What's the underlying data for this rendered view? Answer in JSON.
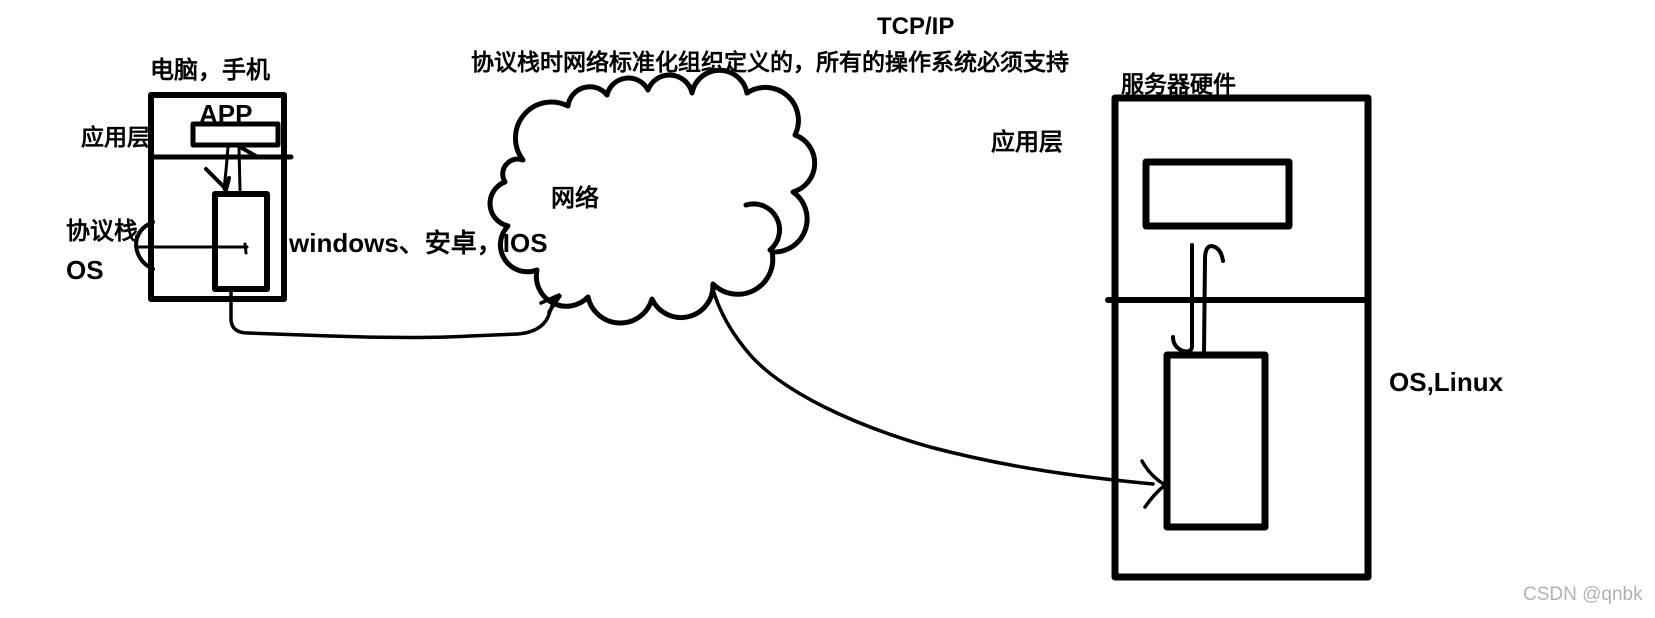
{
  "colors": {
    "ink": "#000000",
    "watermark_gray": "#b2b2b2",
    "background": "#ffffff"
  },
  "annotations": {
    "tcp_ip": "TCP/IP",
    "protocol_note": "协议栈时网络标准化组织定义的，所有的操作系统必须支持"
  },
  "client": {
    "title": "电脑，手机",
    "app": "APP",
    "app_layer": "应用层",
    "protocol_stack": "协议栈",
    "os": "OS",
    "os_examples": "windows、安卓，IOS"
  },
  "network": {
    "label": "网络"
  },
  "server": {
    "title": "服务器硬件",
    "app_layer": "应用层",
    "os": "OS,Linux"
  },
  "watermark": "CSDN @qnbk"
}
